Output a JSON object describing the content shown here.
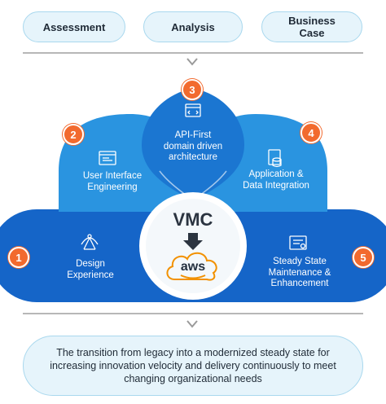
{
  "top_stages": [
    {
      "label": "Assessment"
    },
    {
      "label": "Analysis"
    },
    {
      "label": "Business Case"
    }
  ],
  "steps": [
    {
      "number": "1",
      "label": "Design Experience",
      "icon": "design-icon"
    },
    {
      "number": "2",
      "label": "User Interface Engineering",
      "icon": "ui-icon"
    },
    {
      "number": "3",
      "label": "API-First domain driven architecture",
      "icon": "api-icon"
    },
    {
      "number": "4",
      "label": "Application & Data Integration",
      "icon": "integration-icon"
    },
    {
      "number": "5",
      "label": "Steady State Maintenance & Enhancement",
      "icon": "maintenance-icon"
    }
  ],
  "center": {
    "title": "VMC",
    "logo_text": "aws"
  },
  "summary": "The transition from legacy into a modernized steady state for increasing innovation velocity and delivery continuously to meet changing organizational needs",
  "colors": {
    "dark_blue": "#1565c8",
    "mid_blue": "#1e86d9",
    "light_blue": "#3aa3e6",
    "badge": "#f26a2e",
    "pill_bg": "#e6f4fb",
    "aws_orange": "#f29100"
  }
}
